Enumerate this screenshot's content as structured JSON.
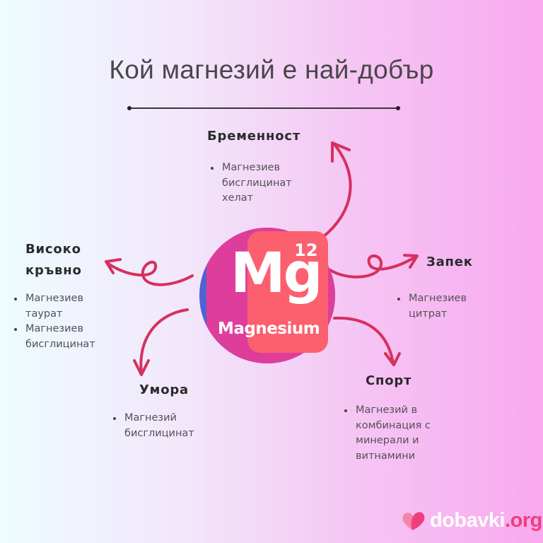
{
  "title": "Кой магнезий е най-добър",
  "element": {
    "symbol": "Mg",
    "atomic_number": "12",
    "name": "Magnesium",
    "colors": {
      "circle_blue": "#4f63d2",
      "magenta": "#df3d9b",
      "coral": "#fc5f6e"
    }
  },
  "categories": [
    {
      "heading": "Бременност",
      "items": [
        "Магнезиев бисглицинат хелат"
      ]
    },
    {
      "heading_lines": [
        "Високо",
        "кръвно"
      ],
      "items": [
        "Магнезиев таурат",
        "Магнезиев бисглицинат"
      ]
    },
    {
      "heading": "Запек",
      "items": [
        "Магнезиев цитрат"
      ]
    },
    {
      "heading": "Умора",
      "items": [
        "Магнезий бисглицинат"
      ]
    },
    {
      "heading": "Спорт",
      "items": [
        "Магнезий в комбинация с минерали и витнамини"
      ]
    }
  ],
  "arrow_color": "#d6305f",
  "logo": {
    "name_part": "dobavki",
    "tld_part": ".org",
    "icon": "heart-icon"
  }
}
